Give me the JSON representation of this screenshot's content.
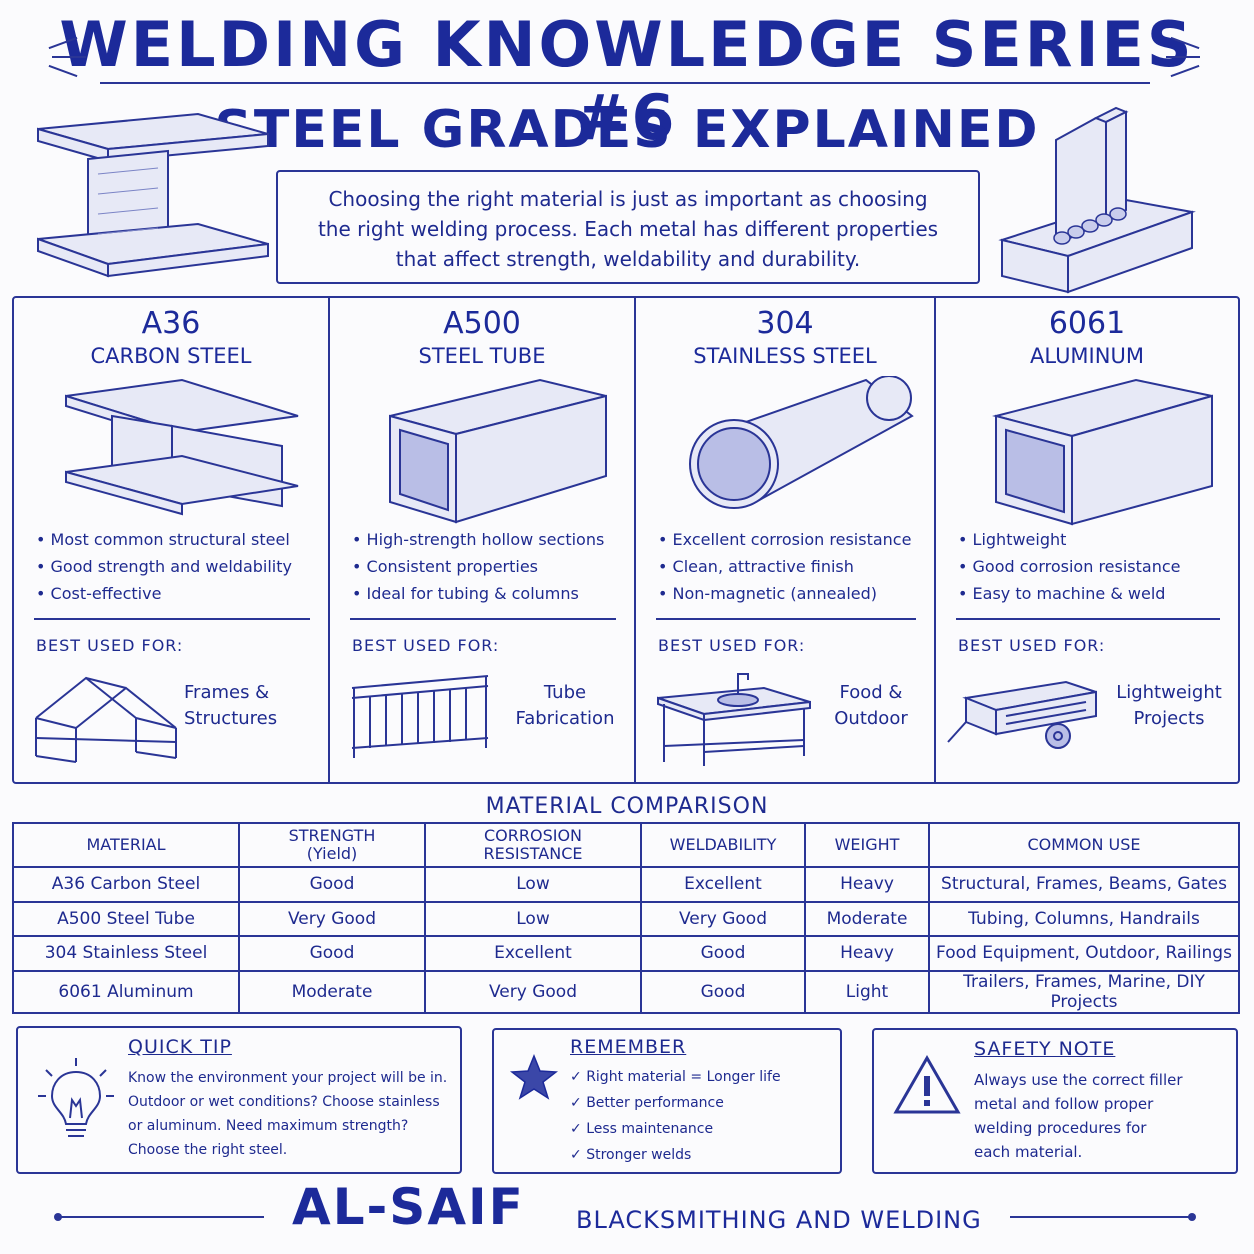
{
  "header": {
    "title": "WELDING KNOWLEDGE SERIES #6",
    "subtitle": "STEEL GRADES EXPLAINED",
    "intro_lines": [
      "Choosing the right material is just as important as choosing",
      "the right welding process. Each metal has different properties",
      "that affect strength, weldability and durability."
    ]
  },
  "grades": [
    {
      "code": "A36",
      "name": "CARBON STEEL",
      "icon": "i-beam-icon",
      "bullets": [
        "Most common structural steel",
        "Good strength and weldability",
        "Cost-effective"
      ],
      "best_label": "BEST USED FOR:",
      "use_icon": "frame-structure-icon",
      "use_lines": [
        "Frames &",
        "Structures"
      ]
    },
    {
      "code": "A500",
      "name": "STEEL TUBE",
      "icon": "square-tube-icon",
      "bullets": [
        "High-strength hollow sections",
        "Consistent properties",
        "Ideal for tubing & columns"
      ],
      "best_label": "BEST USED FOR:",
      "use_icon": "railing-icon",
      "use_lines": [
        "Tube",
        "Fabrication"
      ]
    },
    {
      "code": "304",
      "name": "STAINLESS STEEL",
      "icon": "round-pipe-icon",
      "bullets": [
        "Excellent corrosion resistance",
        "Clean, attractive finish",
        "Non-magnetic (annealed)"
      ],
      "best_label": "BEST USED FOR:",
      "use_icon": "sink-table-icon",
      "use_lines": [
        "Food &",
        "Outdoor"
      ]
    },
    {
      "code": "6061",
      "name": "ALUMINUM",
      "icon": "rectangular-tube-icon",
      "bullets": [
        "Lightweight",
        "Good corrosion resistance",
        "Easy to machine & weld"
      ],
      "best_label": "BEST USED FOR:",
      "use_icon": "trailer-icon",
      "use_lines": [
        "Lightweight",
        "Projects"
      ]
    }
  ],
  "comparison": {
    "title": "MATERIAL COMPARISON",
    "headers": [
      [
        "MATERIAL"
      ],
      [
        "STRENGTH",
        "(Yield)"
      ],
      [
        "CORROSION",
        "RESISTANCE"
      ],
      [
        "WELDABILITY"
      ],
      [
        "WEIGHT"
      ],
      [
        "COMMON USE"
      ]
    ],
    "rows": [
      [
        "A36 Carbon Steel",
        "Good",
        "Low",
        "Excellent",
        "Heavy",
        "Structural, Frames, Beams, Gates"
      ],
      [
        "A500 Steel Tube",
        "Very Good",
        "Low",
        "Very Good",
        "Moderate",
        "Tubing, Columns, Handrails"
      ],
      [
        "304 Stainless Steel",
        "Good",
        "Excellent",
        "Good",
        "Heavy",
        "Food Equipment, Outdoor, Railings"
      ],
      [
        "6061 Aluminum",
        "Moderate",
        "Very Good",
        "Good",
        "Light",
        "Trailers, Frames, Marine, DIY Projects"
      ]
    ]
  },
  "notes": {
    "tip": {
      "title": "QUICK TIP",
      "icon": "lightbulb-icon",
      "lines": [
        "Know the environment your project will be in.",
        "Outdoor or wet conditions? Choose stainless",
        "or aluminum. Need maximum strength?",
        "Choose the right steel."
      ]
    },
    "remember": {
      "title": "REMEMBER",
      "icon": "star-icon",
      "items": [
        "Right material = Longer life",
        "Better performance",
        "Less maintenance",
        "Stronger welds"
      ]
    },
    "safety": {
      "title": "SAFETY NOTE",
      "icon": "warning-icon",
      "lines": [
        "Always use the correct filler",
        "metal and follow proper",
        "welding procedures for",
        "each material."
      ]
    }
  },
  "footer": {
    "brand": "AL-SAIF",
    "tagline": "BLACKSMITHING AND WELDING"
  }
}
